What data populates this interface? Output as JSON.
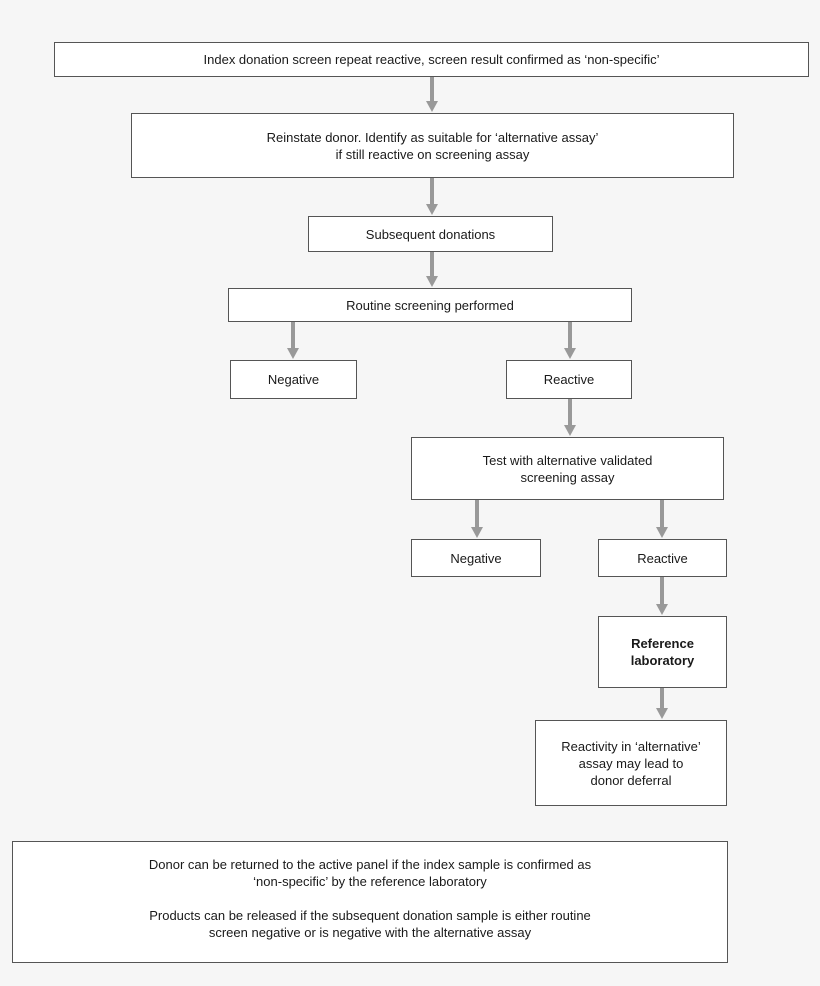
{
  "flowchart": {
    "index_screen": "Index donation screen repeat reactive, screen result confirmed as ‘non-specific’",
    "reinstate_line1": "Reinstate donor. Identify as suitable for ‘alternative assay’",
    "reinstate_line2": "if still reactive on screening assay",
    "subsequent_donations": "Subsequent donations",
    "routine_screening": "Routine screening performed",
    "negative_1": "Negative",
    "reactive_1": "Reactive",
    "alt_assay_line1": "Test with alternative validated",
    "alt_assay_line2": "screening assay",
    "negative_2": "Negative",
    "reactive_2": "Reactive",
    "reference_line1": "Reference",
    "reference_line2": "laboratory",
    "deferral_line1": "Reactivity in ‘alternative’",
    "deferral_line2": "assay may lead to",
    "deferral_line3": "donor deferral"
  },
  "notes": {
    "return_line1": "Donor can be returned to the active panel if the index sample is confirmed as",
    "return_line2": "‘non-specific’ by the reference laboratory",
    "release_line1": "Products can be released if the subsequent donation sample is either routine",
    "release_line2": "screen negative or is negative with the alternative assay"
  },
  "colors": {
    "arrow": "#999999",
    "box_border": "#555555",
    "box_fill": "#ffffff",
    "background": "#f6f6f6"
  }
}
